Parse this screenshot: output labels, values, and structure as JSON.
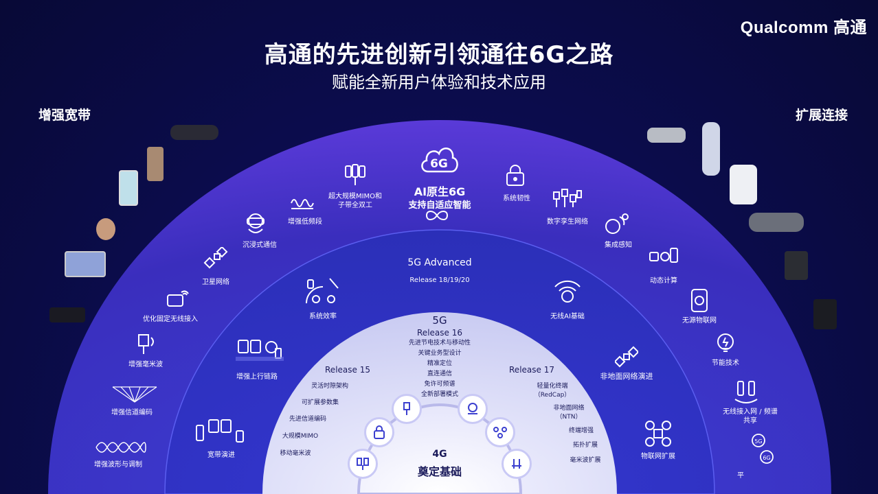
{
  "brand": {
    "logo_text": "Qualcomm",
    "logo_cn": "高通"
  },
  "title": "高通的先进创新引领通往6G之路",
  "subtitle": "赋能全新用户体验和技术应用",
  "left_heading": "增强宽带",
  "right_heading": "扩展连接",
  "center": {
    "badge": "6G",
    "line1": "AI原生6G",
    "line2": "支持自适应智能"
  },
  "ring_6g_items": {
    "mimo": "超大规模MIMO和\n子带全双工",
    "low_band": "增强低频段",
    "immersive": "沉浸式通信",
    "satellite": "卫星网络",
    "fwa": "优化固定无线接入",
    "mmwave": "增强毫米波",
    "channel_coding": "增强信道编码",
    "waveform": "增强波形与调制",
    "resilience": "系统韧性",
    "digital_twin": "数字孪生网络",
    "sensing": "集成感知",
    "compute": "动态计算",
    "passive_iot": "无源物联网",
    "energy": "节能技术",
    "wireless_access": "无线接入网 / 频谱\n共享",
    "platform": "平"
  },
  "ring_5ga": {
    "title": "5G Advanced",
    "release": "Release 18/19/20",
    "system_efficiency": "系统效率",
    "uplink": "增强上行链路",
    "broadband": "宽带演进",
    "wireless_ai": "无线AI基础",
    "ntn": "非地面网络演进",
    "iot": "物联网扩展"
  },
  "ring_5g": {
    "title": "5G",
    "release16": "Release 16",
    "r16_items": [
      "先进节电技术与移动性",
      "关键业务型设计",
      "精准定位",
      "直连通信",
      "免许可频谱",
      "全新部署模式"
    ],
    "release15": "Release 15",
    "r15_items": [
      "灵活时隙架构",
      "可扩展参数集",
      "先进信道编码",
      "大规模MIMO",
      "移动毫米波"
    ],
    "release17": "Release 17",
    "r17_items": [
      "轻量化终端\n（RedCap）",
      "非地面网络\n（NTN）",
      "终端增强",
      "拓扑扩展",
      "毫米波扩展"
    ]
  },
  "ring_4g": {
    "title": "4G",
    "subtitle": "奠定基础"
  },
  "colors": {
    "bg": "#0a0b3d",
    "ring6g": "#3b2fc4",
    "ring5ga": "#2f32c8",
    "ring5g": "#d9daf7",
    "accent": "#7a5cff"
  }
}
